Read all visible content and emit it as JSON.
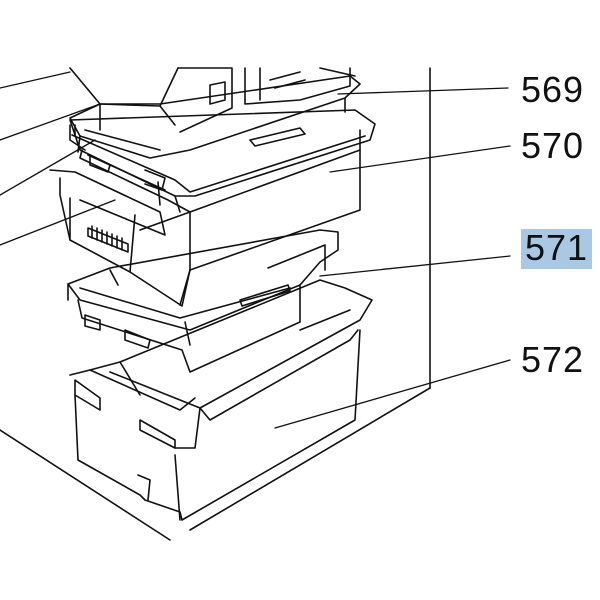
{
  "diagram": {
    "parts": [
      {
        "id": "569",
        "label": "569",
        "highlighted": false
      },
      {
        "id": "570",
        "label": "570",
        "highlighted": false
      },
      {
        "id": "571",
        "label": "571",
        "highlighted": true
      },
      {
        "id": "572",
        "label": "572",
        "highlighted": false
      }
    ],
    "colors": {
      "line": "#111111",
      "highlight": "#a8c8e4",
      "background": "#ffffff"
    }
  }
}
